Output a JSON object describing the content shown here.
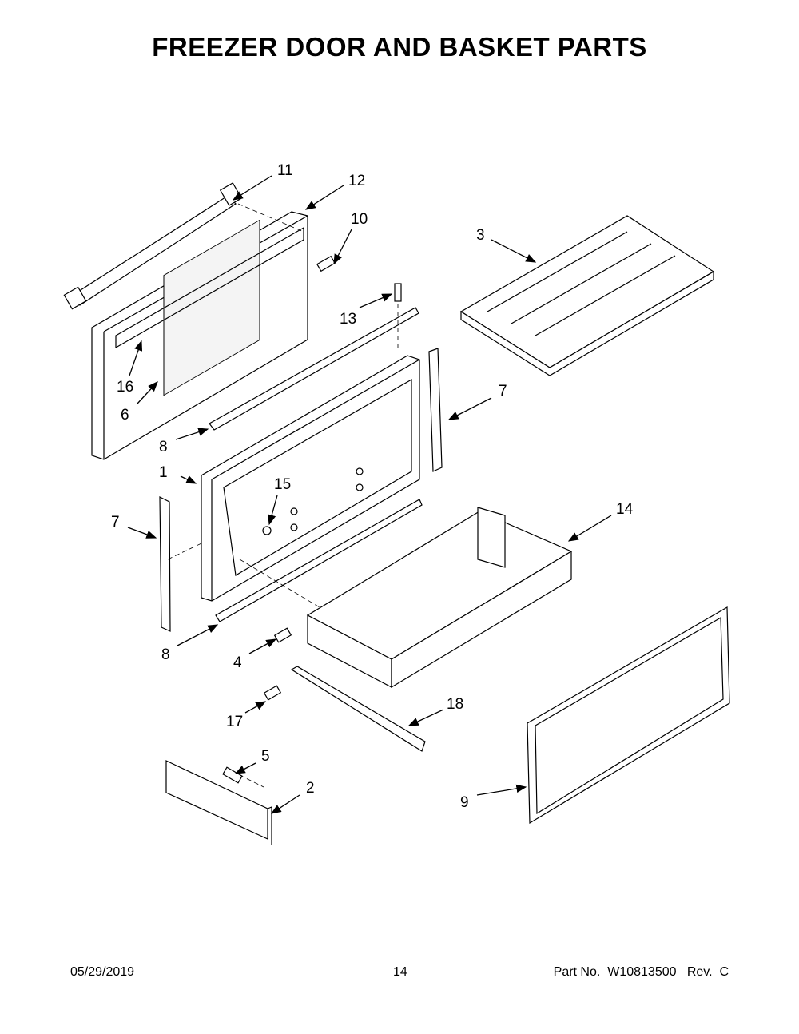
{
  "title": "FREEZER DOOR AND BASKET PARTS",
  "callouts": [
    "11",
    "12",
    "10",
    "3",
    "13",
    "16",
    "6",
    "7",
    "8",
    "1",
    "15",
    "14",
    "7",
    "8",
    "4",
    "17",
    "18",
    "5",
    "2",
    "9"
  ],
  "footer": {
    "date": "05/29/2019",
    "page": "14",
    "part_no": "Part No.  W10813500   Rev.  C"
  }
}
